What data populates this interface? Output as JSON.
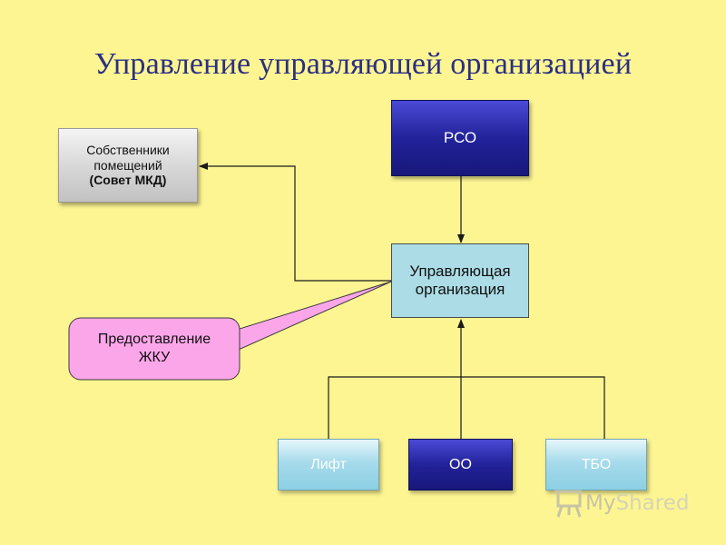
{
  "slide": {
    "title": "Управление управляющей организацией"
  },
  "nodes": {
    "owners": {
      "line1": "Собственники",
      "line2": "помещений",
      "line3": "(Совет МКД)"
    },
    "rso": {
      "label": "РСО"
    },
    "management_company": {
      "line1": "Управляющая",
      "line2": "организация"
    },
    "lift": {
      "label": "Лифт"
    },
    "oo": {
      "label": "ОО"
    },
    "tbo": {
      "label": "ТБО"
    }
  },
  "callout": {
    "line1": "Предоставление",
    "line2": "ЖКУ"
  },
  "watermark": {
    "prefix": "My",
    "suffix": "Shared"
  },
  "colors": {
    "background": "#fdf592",
    "title": "#2b2f82",
    "dark_blue_box": "#22229a",
    "light_blue_box": "#acdce6",
    "callout_fill": "#fca6ea"
  }
}
